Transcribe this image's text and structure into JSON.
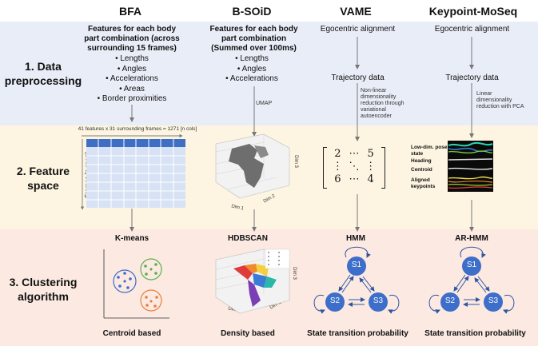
{
  "columns": [
    "BFA",
    "B-SOiD",
    "VAME",
    "Keypoint-MoSeq"
  ],
  "rows": [
    "1. Data preprocessing",
    "2. Feature space",
    "3. Clustering algorithm"
  ],
  "preprocessing": {
    "bfa": {
      "title": "Features for each body part combination (across surrounding 15 frames)",
      "items": [
        "Lengths",
        "Angles",
        "Accelerations",
        "Areas",
        "Border proximities"
      ]
    },
    "bsoid": {
      "title": "Features for each body part combination (Summed over 100ms)",
      "items": [
        "Lengths",
        "Angles",
        "Accelerations"
      ],
      "reduction": "UMAP"
    },
    "vame": {
      "step1": "Egocentric alignment",
      "step2": "Trajectory data",
      "reduction": "Non-linear dimensionality reduction through variational autoencoder"
    },
    "kpms": {
      "step1": "Egocentric alignment",
      "step2": "Trajectory data",
      "reduction": "Linear dimensionality reduction with PCA"
    }
  },
  "feature_space": {
    "bfa_top": "41 features x 31 surrounding frames = 1271 [n cols]",
    "bfa_side": "Frames [n rows]",
    "bsoid_axes": [
      "Dim 1",
      "Dim 2",
      "Dim 3"
    ],
    "matrix": [
      "2",
      "⋯",
      "5",
      "⋮",
      "⋱",
      "⋮",
      "6",
      "⋯",
      "4"
    ],
    "kpms_labels": [
      "Low-dim. pose state",
      "Heading",
      "Centroid",
      "Aligned keypoints"
    ]
  },
  "clustering": {
    "bfa": {
      "method": "K-means",
      "caption": "Centroid based"
    },
    "bsoid": {
      "method": "HDBSCAN",
      "caption": "Density based",
      "axes": [
        "Dim 1",
        "Dim 2",
        "Dim 3"
      ]
    },
    "vame": {
      "method": "HMM",
      "caption": "State transition probability",
      "states": [
        "S1",
        "S2",
        "S3"
      ]
    },
    "kpms": {
      "method": "AR-HMM",
      "caption": "State transition probability",
      "states": [
        "S1",
        "S2",
        "S3"
      ]
    }
  },
  "colors": {
    "band1": "#e9edf7",
    "band2": "#fdf5e2",
    "band3": "#fbe9e2",
    "grid_header": "#3f6fc4",
    "grid_cell": "#d7e2f4",
    "state_fill": "#3d6ec9",
    "cluster_blue": "#3d6ec9",
    "cluster_green": "#5ab04a",
    "cluster_orange": "#e8803a"
  }
}
